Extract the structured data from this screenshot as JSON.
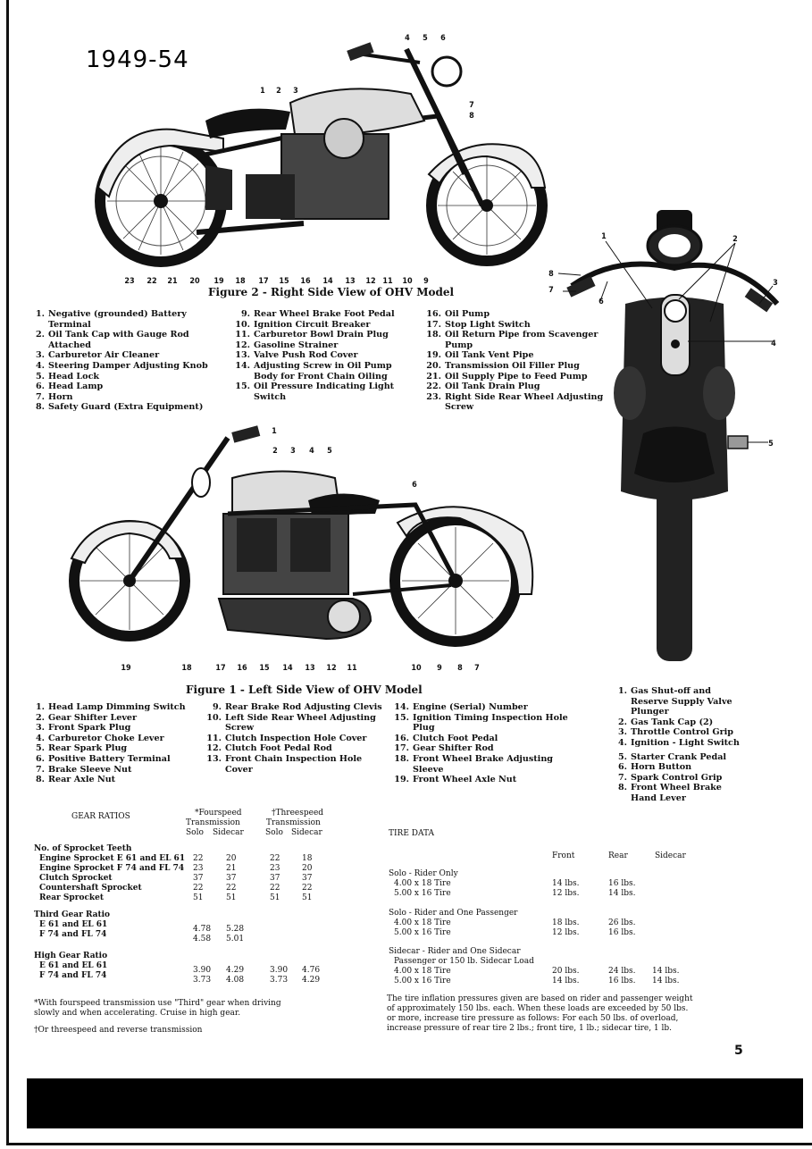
{
  "header": {
    "year_range": "1949-54"
  },
  "figure2": {
    "caption": "Figure 2 - Right Side View of OHV Model",
    "callouts_top": [
      "1",
      "2",
      "3",
      "4",
      "5",
      "6",
      "7",
      "8"
    ],
    "callouts_bottom": [
      "23",
      "22",
      "21",
      "20",
      "19",
      "18",
      "17",
      "15",
      "16",
      "14",
      "13",
      "12",
      "11",
      "10",
      "9"
    ],
    "legend": [
      {
        "num": "1.",
        "text": "Negative (grounded) Battery Terminal"
      },
      {
        "num": "2.",
        "text": "Oil Tank Cap with Gauge Rod Attached"
      },
      {
        "num": "3.",
        "text": "Carburetor Air Cleaner"
      },
      {
        "num": "4.",
        "text": "Steering Damper Adjusting Knob"
      },
      {
        "num": "5.",
        "text": "Head Lock"
      },
      {
        "num": "6.",
        "text": "Head Lamp"
      },
      {
        "num": "7.",
        "text": "Horn"
      },
      {
        "num": "8.",
        "text": "Safety Guard (Extra Equipment)"
      },
      {
        "num": "9.",
        "text": "Rear Wheel Brake Foot Pedal"
      },
      {
        "num": "10.",
        "text": "Ignition Circuit Breaker"
      },
      {
        "num": "11.",
        "text": "Carburetor Bowl Drain Plug"
      },
      {
        "num": "12.",
        "text": "Gasoline Strainer"
      },
      {
        "num": "13.",
        "text": "Valve Push Rod Cover"
      },
      {
        "num": "14.",
        "text": "Adjusting Screw in Oil Pump Body for Front Chain Oiling"
      },
      {
        "num": "15.",
        "text": "Oil Pressure Indicating Light Switch"
      },
      {
        "num": "16.",
        "text": "Oil Pump"
      },
      {
        "num": "17.",
        "text": "Stop Light Switch"
      },
      {
        "num": "18.",
        "text": "Oil Return Pipe from Scavenger Pump"
      },
      {
        "num": "19.",
        "text": "Oil Tank Vent Pipe"
      },
      {
        "num": "20.",
        "text": "Transmission Oil Filler Plug"
      },
      {
        "num": "21.",
        "text": "Oil Supply Pipe to Feed Pump"
      },
      {
        "num": "22.",
        "text": "Oil Tank Drain Plug"
      },
      {
        "num": "23.",
        "text": "Right Side Rear Wheel Adjusting Screw"
      }
    ]
  },
  "figure1": {
    "caption": "Figure 1 - Left Side View of OHV Model",
    "callouts_top": [
      "1",
      "2",
      "3",
      "4",
      "5",
      "6"
    ],
    "callouts_bottom": [
      "19",
      "18",
      "17",
      "16",
      "15",
      "14",
      "13",
      "12",
      "11",
      "10",
      "9",
      "8",
      "7"
    ],
    "legend": [
      {
        "num": "1.",
        "text": "Head Lamp Dimming Switch"
      },
      {
        "num": "2.",
        "text": "Gear Shifter Lever"
      },
      {
        "num": "3.",
        "text": "Front Spark Plug"
      },
      {
        "num": "4.",
        "text": "Carburetor Choke Lever"
      },
      {
        "num": "5.",
        "text": "Rear Spark Plug"
      },
      {
        "num": "6.",
        "text": "Positive Battery Terminal"
      },
      {
        "num": "7.",
        "text": "Brake Sleeve Nut"
      },
      {
        "num": "8.",
        "text": "Rear Axle Nut"
      },
      {
        "num": "9.",
        "text": "Rear Brake Rod Adjusting Clevis"
      },
      {
        "num": "10.",
        "text": "Left Side Rear Wheel Adjusting Screw"
      },
      {
        "num": "11.",
        "text": "Clutch Inspection Hole Cover"
      },
      {
        "num": "12.",
        "text": "Clutch Foot Pedal Rod"
      },
      {
        "num": "13.",
        "text": "Front Chain Inspection Hole Cover"
      },
      {
        "num": "14.",
        "text": "Engine (Serial) Number"
      },
      {
        "num": "15.",
        "text": "Ignition Timing Inspection Hole Plug"
      },
      {
        "num": "16.",
        "text": "Clutch Foot Pedal"
      },
      {
        "num": "17.",
        "text": "Gear Shifter Rod"
      },
      {
        "num": "18.",
        "text": "Front Wheel Brake Adjusting Sleeve"
      },
      {
        "num": "19.",
        "text": "Front Wheel Axle Nut"
      }
    ]
  },
  "front_view": {
    "callouts": [
      "1",
      "2",
      "3",
      "4",
      "5",
      "6",
      "7",
      "8"
    ],
    "legend": [
      {
        "num": "1.",
        "text": "Gas Shut-off and Reserve Supply Valve Plunger"
      },
      {
        "num": "2.",
        "text": "Gas Tank Cap (2)"
      },
      {
        "num": "3.",
        "text": "Throttle Control Grip"
      },
      {
        "num": "4.",
        "text": "Ignition - Light Switch"
      },
      {
        "num": "5.",
        "text": "Starter Crank Pedal"
      },
      {
        "num": "6.",
        "text": "Horn Button"
      },
      {
        "num": "7.",
        "text": "Spark Control Grip"
      },
      {
        "num": "8.",
        "text": "Front Wheel Brake Hand Lever"
      }
    ]
  },
  "gear_ratios": {
    "title": "GEAR RATIOS",
    "group_headers": [
      {
        "line1": "*Fourspeed",
        "line2": "Transmission"
      },
      {
        "line1": "†Threespeed",
        "line2": "Transmission"
      }
    ],
    "sub_headers": [
      "Solo",
      "Sidecar",
      "Solo",
      "Sidecar"
    ],
    "sections": [
      {
        "title": "No. of Sprocket Teeth",
        "rows": [
          {
            "label": "Engine Sprocket E 61 and EL 61",
            "values": [
              "22",
              "20",
              "22",
              "18"
            ]
          },
          {
            "label": "Engine Sprocket F 74 and FL 74",
            "values": [
              "23",
              "21",
              "23",
              "20"
            ]
          },
          {
            "label": "Clutch Sprocket",
            "values": [
              "37",
              "37",
              "37",
              "37"
            ]
          },
          {
            "label": "Countershaft Sprocket",
            "values": [
              "22",
              "22",
              "22",
              "22"
            ]
          },
          {
            "label": "Rear Sprocket",
            "values": [
              "51",
              "51",
              "51",
              "51"
            ]
          }
        ]
      },
      {
        "title": "Third Gear Ratio",
        "rows": [
          {
            "label": "E 61 and EL 61",
            "values": [
              "4.78",
              "5.28",
              "",
              ""
            ]
          },
          {
            "label": "F 74 and FL 74",
            "values": [
              "4.58",
              "5.01",
              "",
              ""
            ]
          }
        ]
      },
      {
        "title": "High Gear Ratio",
        "rows": [
          {
            "label": "E 61 and EL 61",
            "values": [
              "3.90",
              "4.29",
              "3.90",
              "4.76"
            ]
          },
          {
            "label": "F 74 and FL 74",
            "values": [
              "3.73",
              "4.08",
              "3.73",
              "4.29"
            ]
          }
        ]
      }
    ],
    "footnote_star": "*With fourspeed transmission use \"Third\" gear when driving slowly and when accelerating. Cruise in high gear.",
    "footnote_dagger": "†Or threespeed and reverse transmission"
  },
  "tire_data": {
    "title": "TIRE DATA",
    "columns": [
      "Front",
      "Rear",
      "Sidecar"
    ],
    "sections": [
      {
        "title": "Solo - Rider Only",
        "subtitle": "",
        "rows": [
          {
            "label": "4.00 x 18 Tire",
            "values": [
              "14 lbs.",
              "16 lbs.",
              ""
            ]
          },
          {
            "label": "5.00 x 16 Tire",
            "values": [
              "12 lbs.",
              "14 lbs.",
              ""
            ]
          }
        ]
      },
      {
        "title": "Solo - Rider and One Passenger",
        "subtitle": "",
        "rows": [
          {
            "label": "4.00 x 18 Tire",
            "values": [
              "18 lbs.",
              "26 lbs.",
              ""
            ]
          },
          {
            "label": "5.00 x 16 Tire",
            "values": [
              "12 lbs.",
              "16 lbs.",
              ""
            ]
          }
        ]
      },
      {
        "title": "Sidecar - Rider and One Sidecar",
        "subtitle": "Passenger or 150 lb. Sidecar Load",
        "rows": [
          {
            "label": "4.00 x 18 Tire",
            "values": [
              "20 lbs.",
              "24 lbs.",
              "14 lbs."
            ]
          },
          {
            "label": "5.00 x 16 Tire",
            "values": [
              "14 lbs.",
              "16 lbs.",
              "14 lbs."
            ]
          }
        ]
      }
    ],
    "note": "The tire inflation pressures given are based on rider and passenger weight of approximately 150 lbs. each. When these loads are exceeded by 50 lbs. or more, increase tire pressure as follows: For each 50 lbs. of overload, increase pressure of rear tire 2 lbs.; front tire, 1 lb.; sidecar tire, 1 lb."
  },
  "footer": {
    "page_number": "5"
  }
}
